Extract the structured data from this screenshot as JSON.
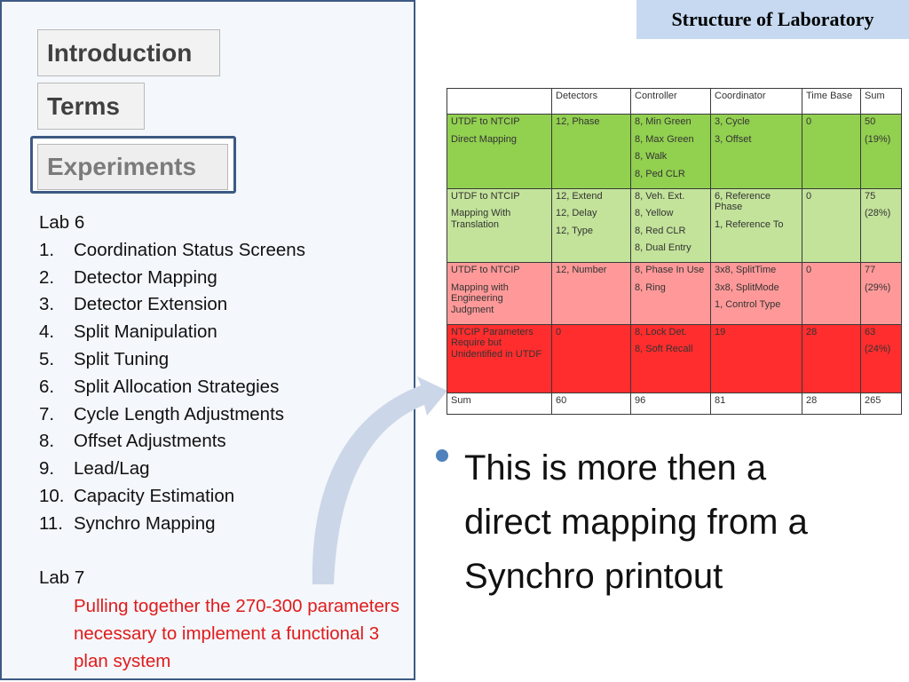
{
  "title": "Structure of Laboratory",
  "nav": {
    "introduction": "Introduction",
    "terms": "Terms",
    "experiments": "Experiments"
  },
  "lab6": {
    "heading": "Lab 6",
    "items": [
      {
        "num": "1.",
        "label": "Coordination Status Screens"
      },
      {
        "num": "2.",
        "label": "Detector Mapping"
      },
      {
        "num": "3.",
        "label": "Detector Extension"
      },
      {
        "num": "4.",
        "label": "Split Manipulation"
      },
      {
        "num": "5.",
        "label": "Split Tuning"
      },
      {
        "num": "6.",
        "label": "Split Allocation Strategies"
      },
      {
        "num": "7.",
        "label": "Cycle Length Adjustments"
      },
      {
        "num": "8.",
        "label": "Offset Adjustments"
      },
      {
        "num": "9.",
        "label": "Lead/Lag"
      },
      {
        "num": "10.",
        "label": "Capacity Estimation"
      },
      {
        "num": "11.",
        "label": "Synchro Mapping"
      }
    ]
  },
  "lab7": {
    "heading": "Lab 7",
    "note": "Pulling together the 270-300 parameters necessary to implement a functional 3 plan system"
  },
  "table": {
    "headers": [
      "",
      "Detectors",
      "Controller",
      "Coordinator",
      "Time Base",
      "Sum"
    ],
    "rows": [
      {
        "bg": "#92d050",
        "cells": [
          [
            "UTDF to NTCIP",
            "Direct Mapping"
          ],
          [
            "12, Phase"
          ],
          [
            "8, Min Green",
            "8, Max Green",
            "8, Walk",
            "8, Ped CLR"
          ],
          [
            "3, Cycle",
            "3, Offset"
          ],
          [
            "0"
          ],
          [
            "50",
            "(19%)"
          ]
        ]
      },
      {
        "bg": "#c3e39a",
        "cells": [
          [
            "UTDF to NTCIP",
            "Mapping With Translation"
          ],
          [
            "12, Extend",
            "12, Delay",
            "12, Type"
          ],
          [
            "8, Veh. Ext.",
            "8, Yellow",
            "8, Red CLR",
            "8, Dual Entry"
          ],
          [
            "6, Reference Phase",
            "1, Reference To"
          ],
          [
            "0"
          ],
          [
            "75",
            "(28%)"
          ]
        ]
      },
      {
        "bg": "#ff9999",
        "cells": [
          [
            "UTDF to NTCIP",
            "Mapping with Engineering Judgment"
          ],
          [
            "12, Number"
          ],
          [
            "8, Phase In Use",
            "8, Ring"
          ],
          [
            "3x8, SplitTime",
            "3x8, SplitMode",
            "1, Control Type"
          ],
          [
            "0"
          ],
          [
            "77",
            "(29%)"
          ]
        ]
      },
      {
        "bg": "#ff2d2d",
        "cells": [
          [
            "NTCIP Parameters Require but Unidentified in UTDF"
          ],
          [
            "0"
          ],
          [
            "8, Lock Det.",
            "8, Soft Recall"
          ],
          [
            "19"
          ],
          [
            "28"
          ],
          [
            "63",
            "(24%)"
          ]
        ]
      },
      {
        "bg": "#ffffff",
        "cells": [
          [
            "Sum"
          ],
          [
            "60"
          ],
          [
            "96"
          ],
          [
            "81"
          ],
          [
            "28"
          ],
          [
            "265"
          ]
        ]
      }
    ]
  },
  "bullet_text": "This is more then a direct mapping from a Synchro printout",
  "colors": {
    "accent": "#3d5a84",
    "title_bg": "#c6d9f1",
    "note_red": "#e01b1b",
    "arrow": "#cbd6e8",
    "bullet": "#4f81bd"
  }
}
